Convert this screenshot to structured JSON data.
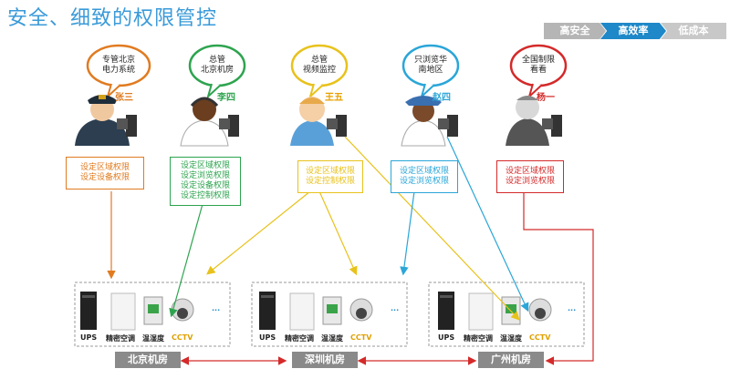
{
  "title": "安全、细致的权限管控",
  "tabs": [
    {
      "label": "高安全",
      "color": "#b5b5b5"
    },
    {
      "label": "高效率",
      "color": "#1e88c8"
    },
    {
      "label": "低成本",
      "color": "#c8c8c8"
    }
  ],
  "personas": [
    {
      "name": "张三",
      "bubble": [
        "专管北京",
        "电力系统"
      ],
      "perms": [
        "设定区域权限",
        "设定设备权限"
      ],
      "color": "#e07b20",
      "name_color": "#e07b20"
    },
    {
      "name": "李四",
      "bubble": [
        "总管",
        "北京机房"
      ],
      "perms": [
        "设定区域权限",
        "设定浏览权限",
        "设定设备权限",
        "设定控制权限"
      ],
      "color": "#2ea44f",
      "name_color": "#2ea44f"
    },
    {
      "name": "王五",
      "bubble": [
        "总管",
        "视频监控"
      ],
      "perms": [
        "设定区域权限",
        "设定控制权限"
      ],
      "color": "#e8c21c",
      "name_color": "#e8a000"
    },
    {
      "name": "赵四",
      "bubble": [
        "只浏览华",
        "南地区"
      ],
      "perms": [
        "设定区域权限",
        "设定浏览权限"
      ],
      "color": "#2aa6d8",
      "name_color": "#2aa6d8"
    },
    {
      "name": "杨一",
      "bubble": [
        "全国制限",
        "看看"
      ],
      "perms": [
        "设定区域权限",
        "设定浏览权限"
      ],
      "color": "#d42a2a",
      "name_color": "#d42a2a"
    }
  ],
  "rooms": [
    {
      "label": "北京机房",
      "devices": {
        "ups": "UPS",
        "ac": "精密空调",
        "th": "温湿度",
        "cctv": "CCTV",
        "more": "..."
      }
    },
    {
      "label": "深圳机房",
      "devices": {
        "ups": "UPS",
        "ac": "精密空调",
        "th": "温湿度",
        "cctv": "CCTV",
        "more": "..."
      }
    },
    {
      "label": "广州机房",
      "devices": {
        "ups": "UPS",
        "ac": "精密空调",
        "th": "温湿度",
        "cctv": "CCTV",
        "more": "..."
      }
    }
  ]
}
